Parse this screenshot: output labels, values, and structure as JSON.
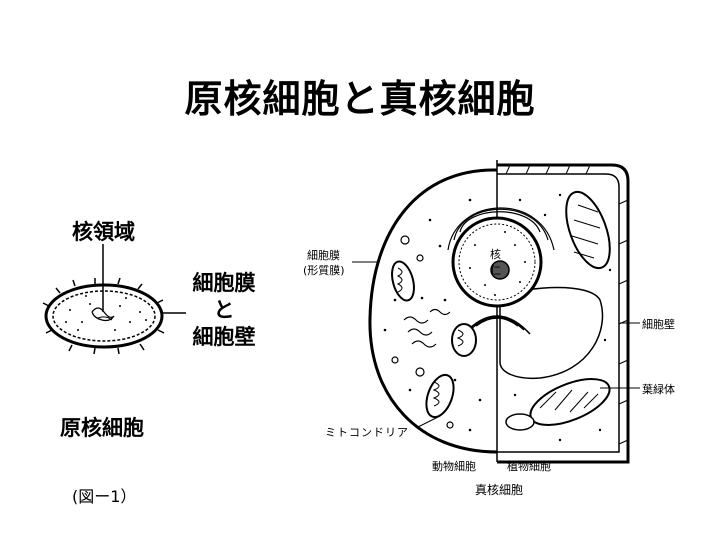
{
  "title": "原核細胞と真核細胞",
  "prokaryote": {
    "nucleoid_label": "核領域",
    "membrane_label_1": "細胞膜",
    "membrane_label_2": "と",
    "membrane_label_3": "細胞壁",
    "caption": "原核細胞"
  },
  "figure_number": "(図ー1）",
  "eukaryote": {
    "cell_membrane": "細胞膜",
    "cell_membrane_alt": "(形質膜)",
    "nucleus_1": "核",
    "nucleus_2": "仁",
    "mitochondria": "ミトコンドリア",
    "animal_cell": "動物細胞",
    "plant_cell": "植物細胞",
    "cell_wall": "細胞壁",
    "chloroplast": "葉緑体",
    "caption": "真核細胞"
  }
}
